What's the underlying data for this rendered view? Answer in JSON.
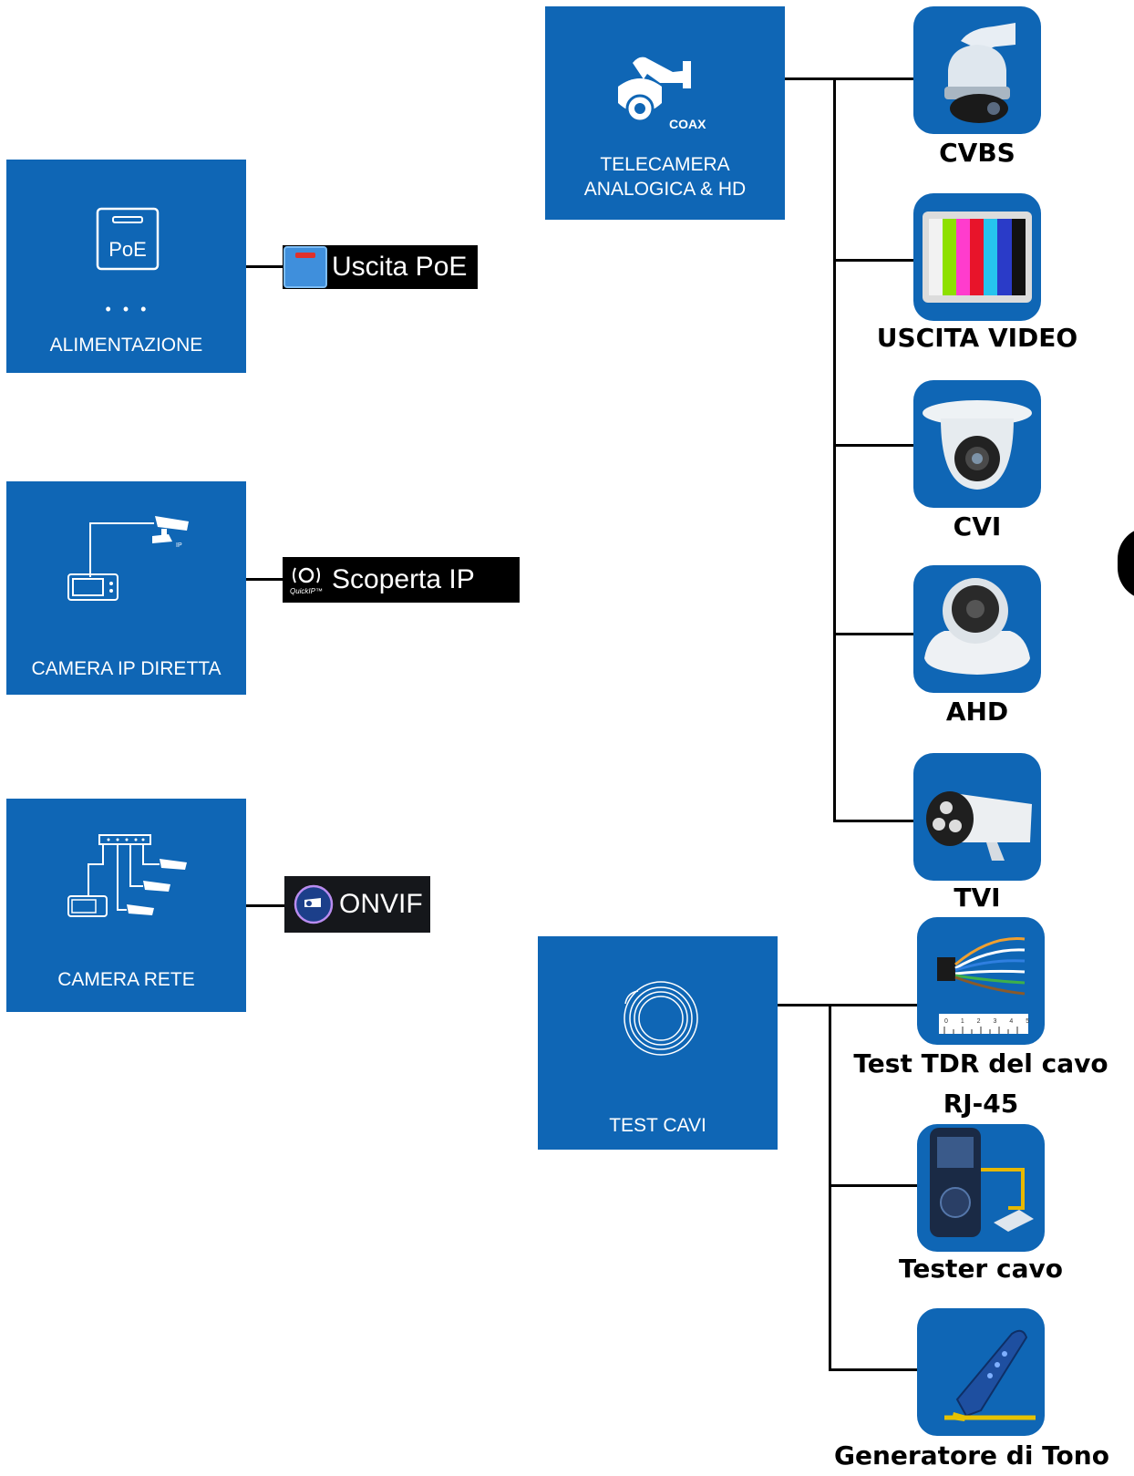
{
  "tiles": {
    "power": {
      "label": "ALIMENTAZIONE",
      "icon_text": "PoE",
      "dots": "• • •",
      "icon": "poe-panel-icon"
    },
    "ip_direct": {
      "label": "CAMERA IP DIRETTA",
      "icon": "monitor-to-ip-camera-icon",
      "ip_tag": "IP"
    },
    "network": {
      "label": "CAMERA RETE",
      "icon": "switch-to-cameras-icon"
    },
    "analog": {
      "label": "TELECAMERA\nANALOGICA & HD",
      "icon": "ptz-camera-icon",
      "coax_tag": "COAX"
    },
    "cables": {
      "label": "TEST CAVI",
      "icon": "cable-coil-icon"
    }
  },
  "chips": {
    "poe": {
      "label": "Uscita PoE",
      "icon": "poe-output-icon"
    },
    "scan": {
      "label": "Scoperta IP",
      "icon": "quickip-icon",
      "icon_text": "QuickIP™"
    },
    "onvif": {
      "label": "ONVIF",
      "icon": "onvif-icon"
    }
  },
  "analog_items": [
    {
      "label": "CVBS",
      "icon": "ptz-dome-camera-icon"
    },
    {
      "label": "USCITA VIDEO",
      "icon": "color-bars-icon"
    },
    {
      "label": "CVI",
      "icon": "dome-camera-icon"
    },
    {
      "label": "AHD",
      "icon": "ir-dome-camera-icon"
    },
    {
      "label": "TVI",
      "icon": "bullet-camera-icon"
    }
  ],
  "cable_items": [
    {
      "label": "Test TDR del cavo\nRJ-45",
      "icon": "rj45-wires-ruler-icon",
      "ruler_text": "0 1 2 3 4 5"
    },
    {
      "label": "Tester cavo",
      "icon": "cable-tester-icon"
    },
    {
      "label": "Generatore di Tono",
      "icon": "tone-generator-icon"
    }
  ],
  "colors": {
    "tile_blue": "#0f66b5",
    "line": "#000000",
    "chip_bg": "#000000"
  }
}
